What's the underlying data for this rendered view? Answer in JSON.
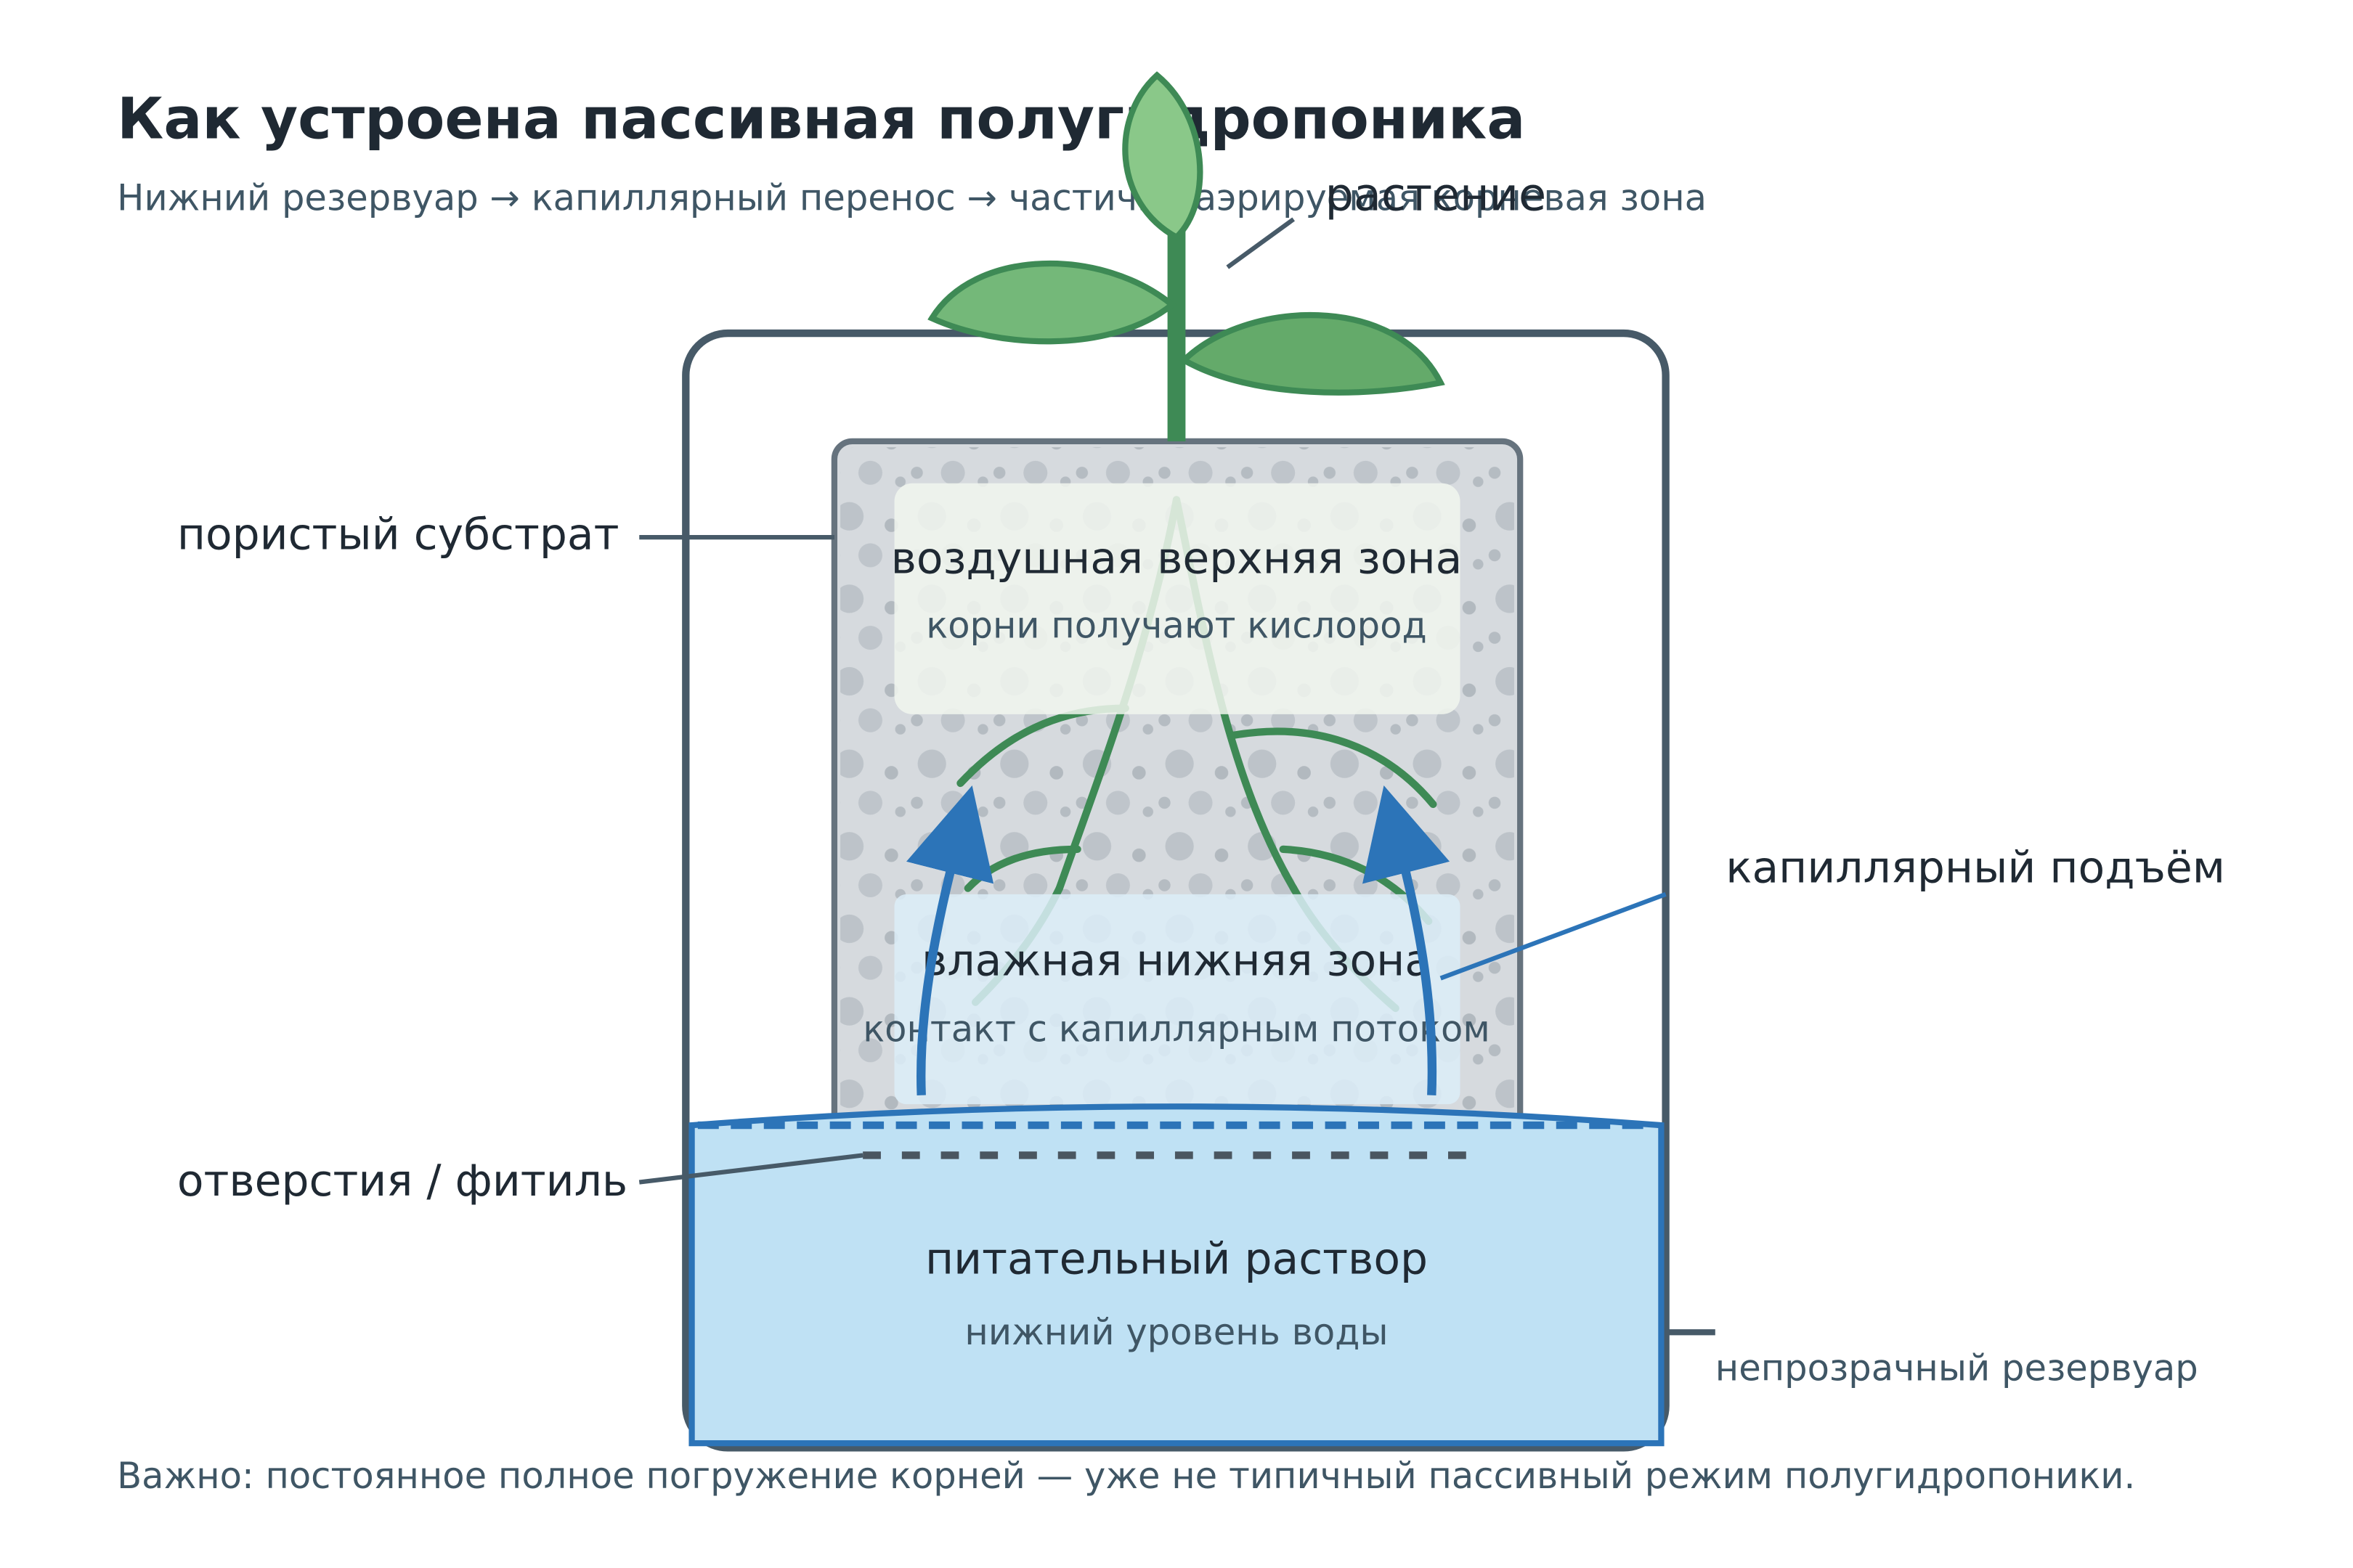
{
  "title": "Как устроена пассивная полугидропоника",
  "subtitle": "Нижний резервуар → капиллярный перенос → частично аэрируемая корневая зона",
  "labels": {
    "plant": "растение",
    "substrate": "пористый субстрат",
    "capillary": "капиллярный подъём",
    "holes": "отверстия / фитиль",
    "reservoir": "непрозрачный резервуар"
  },
  "zones": {
    "air_title": "воздушная верхняя зона",
    "air_sub": "корни получают кислород",
    "wet_title": "влажная нижняя зона",
    "wet_sub": "контакт с капиллярным потоком",
    "solution_title": "питательный раствор",
    "solution_sub": "нижний уровень воды"
  },
  "note": "Важно: постоянное полное погружение корней — уже не типичный пассивный режим полугидропоники.",
  "colors": {
    "outline": "#475a68",
    "water_fill": "#bfe1f4",
    "water_line": "#2c74b8",
    "plant_dark": "#3e8a55",
    "leaf_light": "#8ac889",
    "substrate": "#d6dade"
  }
}
